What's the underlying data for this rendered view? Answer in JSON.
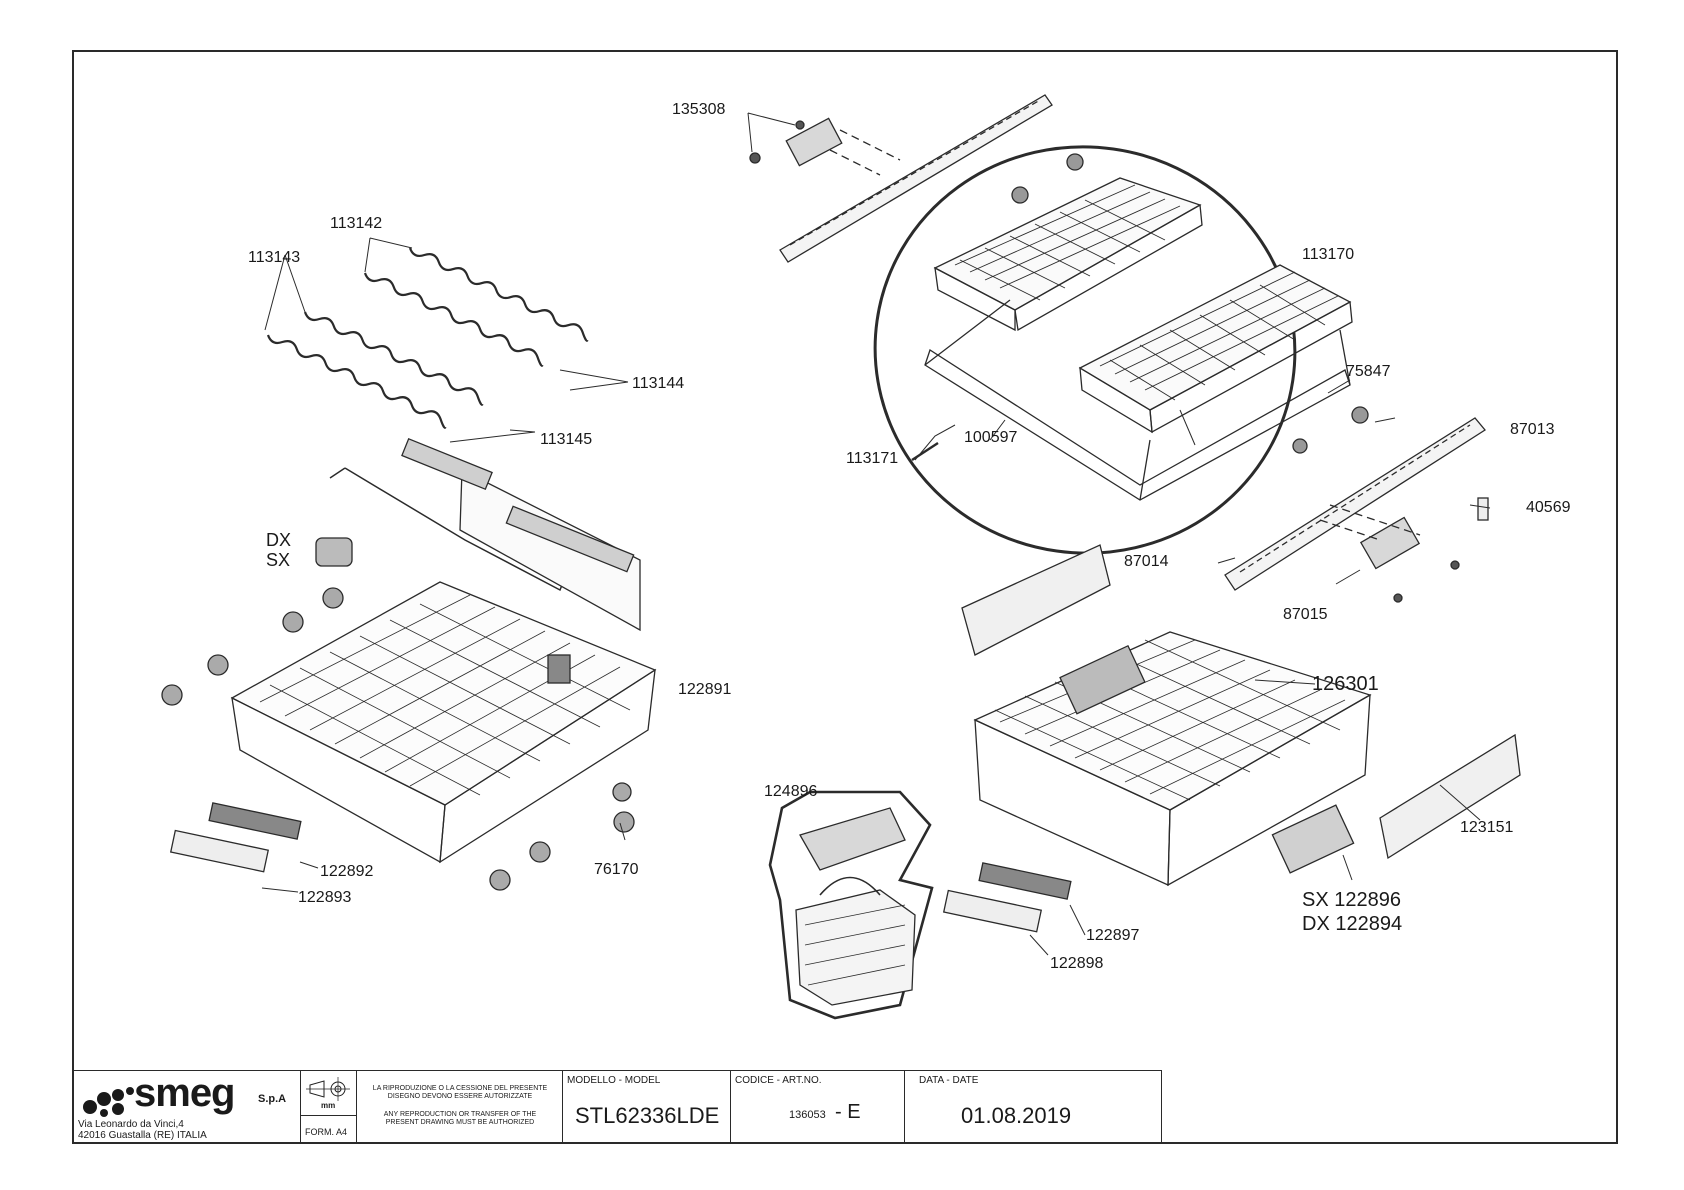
{
  "callouts": {
    "p135308": "135308",
    "p113142": "113142",
    "p113143": "113143",
    "p113144": "113144",
    "p113145": "113145",
    "p113170": "113170",
    "p75847": "75847",
    "p100597": "100597",
    "p113171": "113171",
    "p87013": "87013",
    "p40569": "40569",
    "p87014": "87014",
    "p87015": "87015",
    "dx": "DX",
    "sx": "SX",
    "p122891": "122891",
    "p126301": "126301",
    "p124896": "124896",
    "p76170": "76170",
    "p122892": "122892",
    "p122893": "122893",
    "p123151": "123151",
    "sx122896": "SX 122896",
    "dx122894": "DX 122894",
    "p122897": "122897",
    "p122898": "122898"
  },
  "titleblock": {
    "brand": "smeg",
    "brand_suffix": "S.p.A",
    "address_line1": "Via Leonardo da Vinci,4",
    "address_line2": "42016  Guastalla (RE) ITALIA",
    "unit": "mm",
    "format": "FORM. A4",
    "notice_it": "LA RIPRODUZIONE O LA CESSIONE DEL PRESENTE DISEGNO DEVONO ESSERE AUTORIZZATE",
    "notice_en": "ANY REPRODUCTION OR TRANSFER OF THE PRESENT DRAWING MUST BE AUTHORIZED",
    "model_caption": "MODELLO - MODEL",
    "model_value": "STL62336LDE",
    "code_caption": "CODICE - ART.NO.",
    "code_number": "136053",
    "code_revision": "- E",
    "date_caption": "DATA - DATE",
    "date_value": "01.08.2019"
  }
}
